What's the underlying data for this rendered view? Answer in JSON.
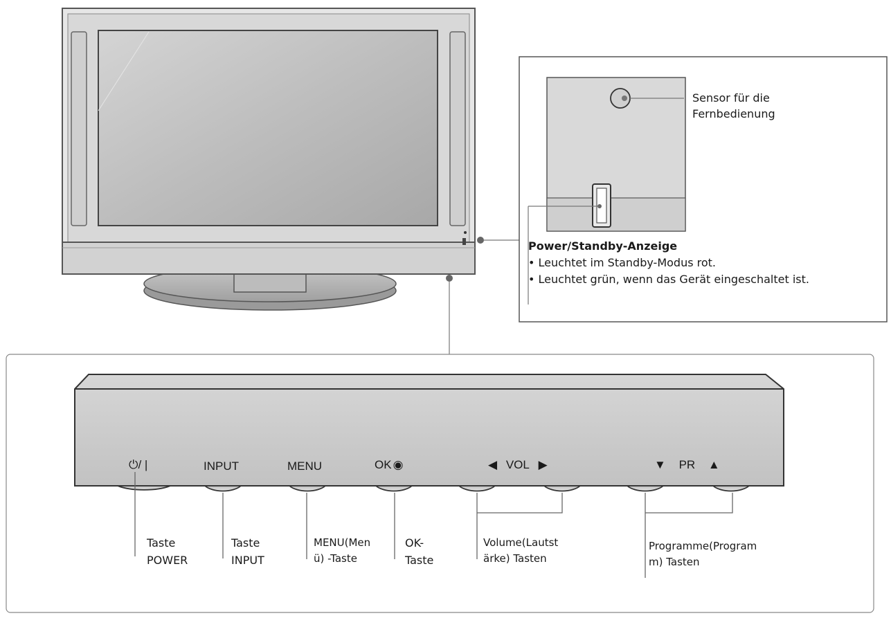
{
  "sensor": {
    "line1": "Sensor für die",
    "line2": "Fernbedienung"
  },
  "power_indicator": {
    "title": "Power/Standby-Anzeige",
    "bullets": [
      "• Leuchtet im Standby-Modus rot.",
      "• Leuchtet grün, wenn das Gerät eingeschaltet ist."
    ]
  },
  "panel_controls": {
    "power_symbol": "⏻/ |",
    "input": "INPUT",
    "menu": "MENU",
    "ok": "OK",
    "ok_symbol": "◉",
    "vol_left": "◀",
    "vol": "VOL",
    "vol_right": "▶",
    "pr_down": "▼",
    "pr": "PR",
    "pr_up": "▲"
  },
  "button_labels": {
    "power": [
      "Taste",
      "POWER"
    ],
    "input": [
      "Taste",
      "INPUT"
    ],
    "menu": [
      "MENU(Men",
      "ü) -Taste"
    ],
    "ok": [
      "OK-",
      "Taste"
    ],
    "volume": [
      "Volume(Lautst",
      "ärke) Tasten"
    ],
    "programme": [
      "Programme(Program",
      "m) Tasten"
    ]
  },
  "colors": {
    "tv_frame": "#d8d8d8",
    "tv_screen": "#bdbdbd",
    "panel_face": "#cfcfcf",
    "outline": "#555555"
  }
}
